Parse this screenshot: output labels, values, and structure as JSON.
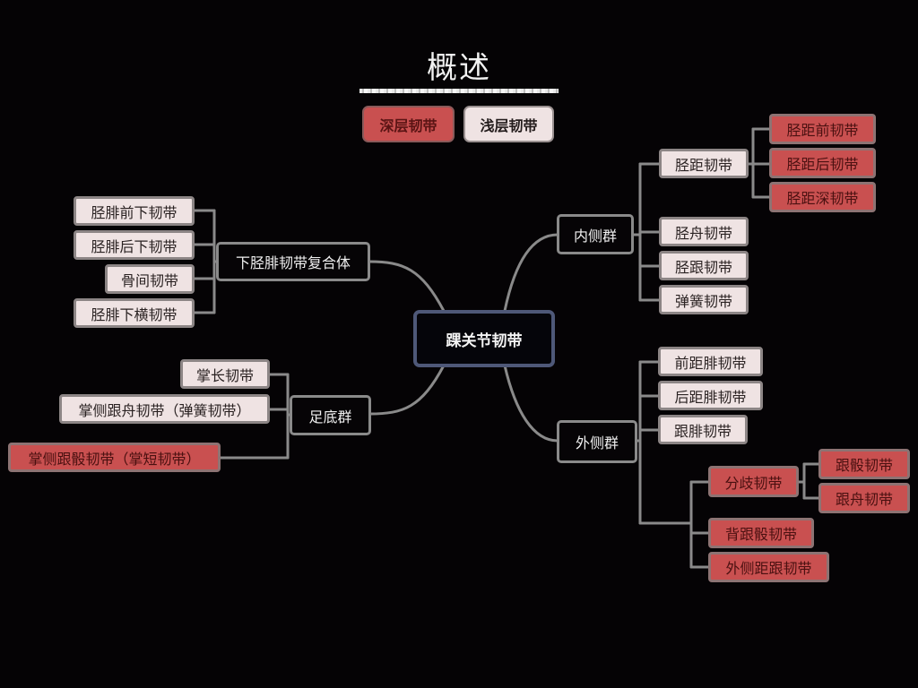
{
  "title": "概述",
  "legend": {
    "deep_label": "深层韧带",
    "shallow_label": "浅层韧带",
    "deep_color": "#c95050",
    "shallow_color": "#efe3e3"
  },
  "root": {
    "label": "踝关节韧带",
    "border_color": "#4e5878"
  },
  "left": {
    "tibiofibular": {
      "label": "下胫腓韧带复合体",
      "children": [
        "胫腓前下韧带",
        "胫腓后下韧带",
        "骨间韧带",
        "胫腓下横韧带"
      ]
    },
    "plantar": {
      "label": "足底群",
      "children": [
        "掌长韧带",
        "掌侧跟舟韧带（弹簧韧带）",
        "掌侧跟骰韧带（掌短韧带）"
      ]
    }
  },
  "right": {
    "medial": {
      "label": "内侧群",
      "children": [
        "胫距韧带",
        "胫舟韧带",
        "胫跟韧带",
        "弹簧韧带"
      ],
      "tibiotalar_children": [
        "胫距前韧带",
        "胫距后韧带",
        "胫距深韧带"
      ]
    },
    "lateral": {
      "label": "外侧群",
      "children": [
        "前距腓韧带",
        "后距腓韧带",
        "跟腓韧带"
      ],
      "deep_group": [
        "分歧韧带",
        "背跟骰韧带",
        "外侧距跟韧带"
      ],
      "bifurcate_children": [
        "跟骰韧带",
        "跟舟韧带"
      ]
    }
  },
  "colors": {
    "background": "#050305",
    "connector": "#8a8a8a",
    "deep_fill": "#c95050",
    "shallow_fill": "#efe3e3"
  }
}
